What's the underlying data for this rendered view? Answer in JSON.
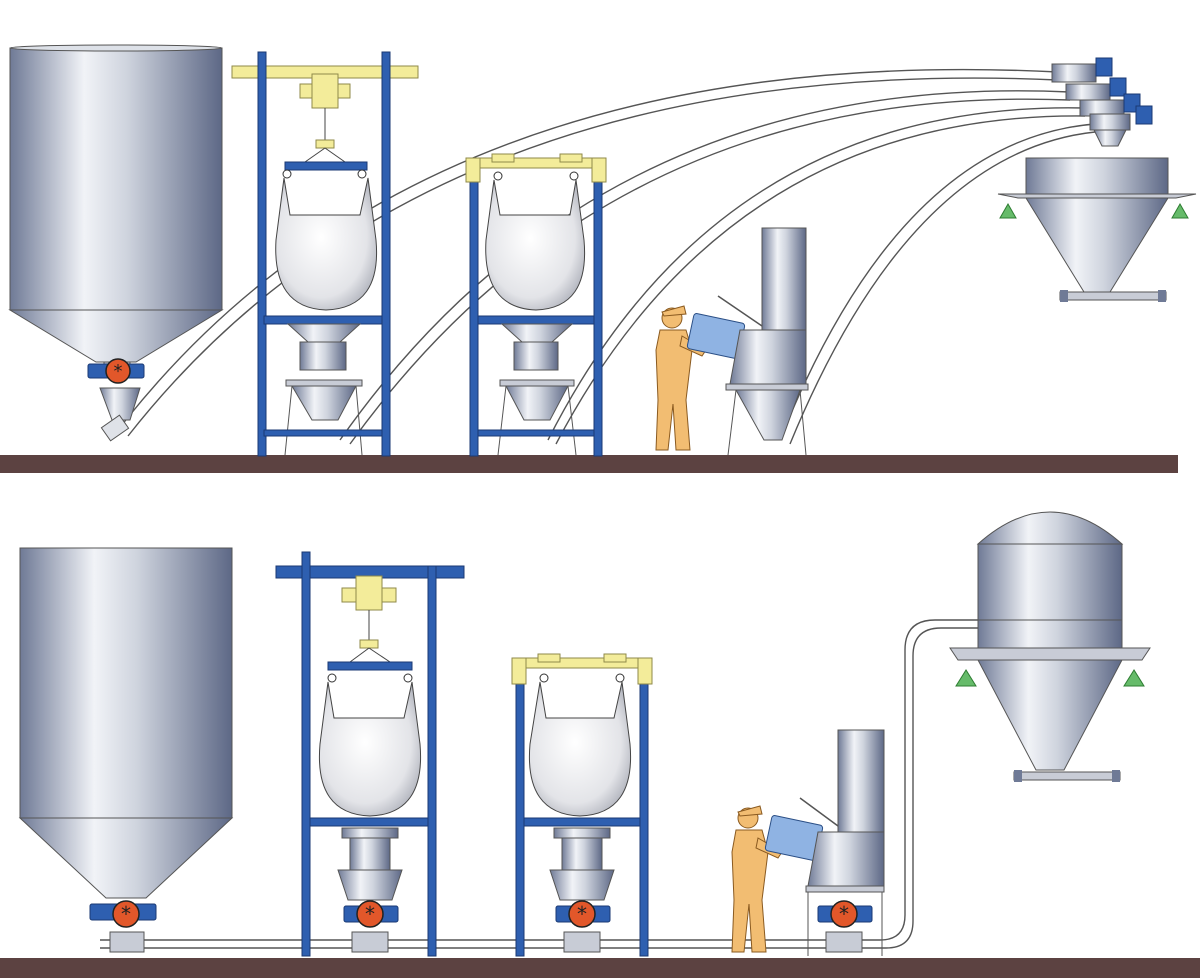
{
  "diagram": {
    "top_scene": {
      "conveying": "pneumatic",
      "sources": [
        "bulk-silo",
        "bulk-bag-discharger-hoist-frame",
        "bulk-bag-discharger-fixed-frame",
        "bag-dump-station"
      ],
      "destination": "receiving-hopper",
      "line_count": 4
    },
    "bottom_scene": {
      "conveying": "pneumatic",
      "sources": [
        "bulk-silo",
        "bulk-bag-discharger-hoist-frame",
        "bulk-bag-discharger-fixed-frame",
        "bag-dump-station"
      ],
      "destination": "receiving-vessel",
      "line_count": 1
    },
    "colors": {
      "frame": "#2e5fb0",
      "hoist": "#f3ec9a",
      "floor": "#5c4241",
      "rotary_valve": "#e2572a",
      "support": "#66bb6a",
      "operator": "#f2bd72",
      "bag": "#8fb3e3",
      "steel_dark": "#6f7a96",
      "steel_light": "#f1f3f7"
    }
  }
}
